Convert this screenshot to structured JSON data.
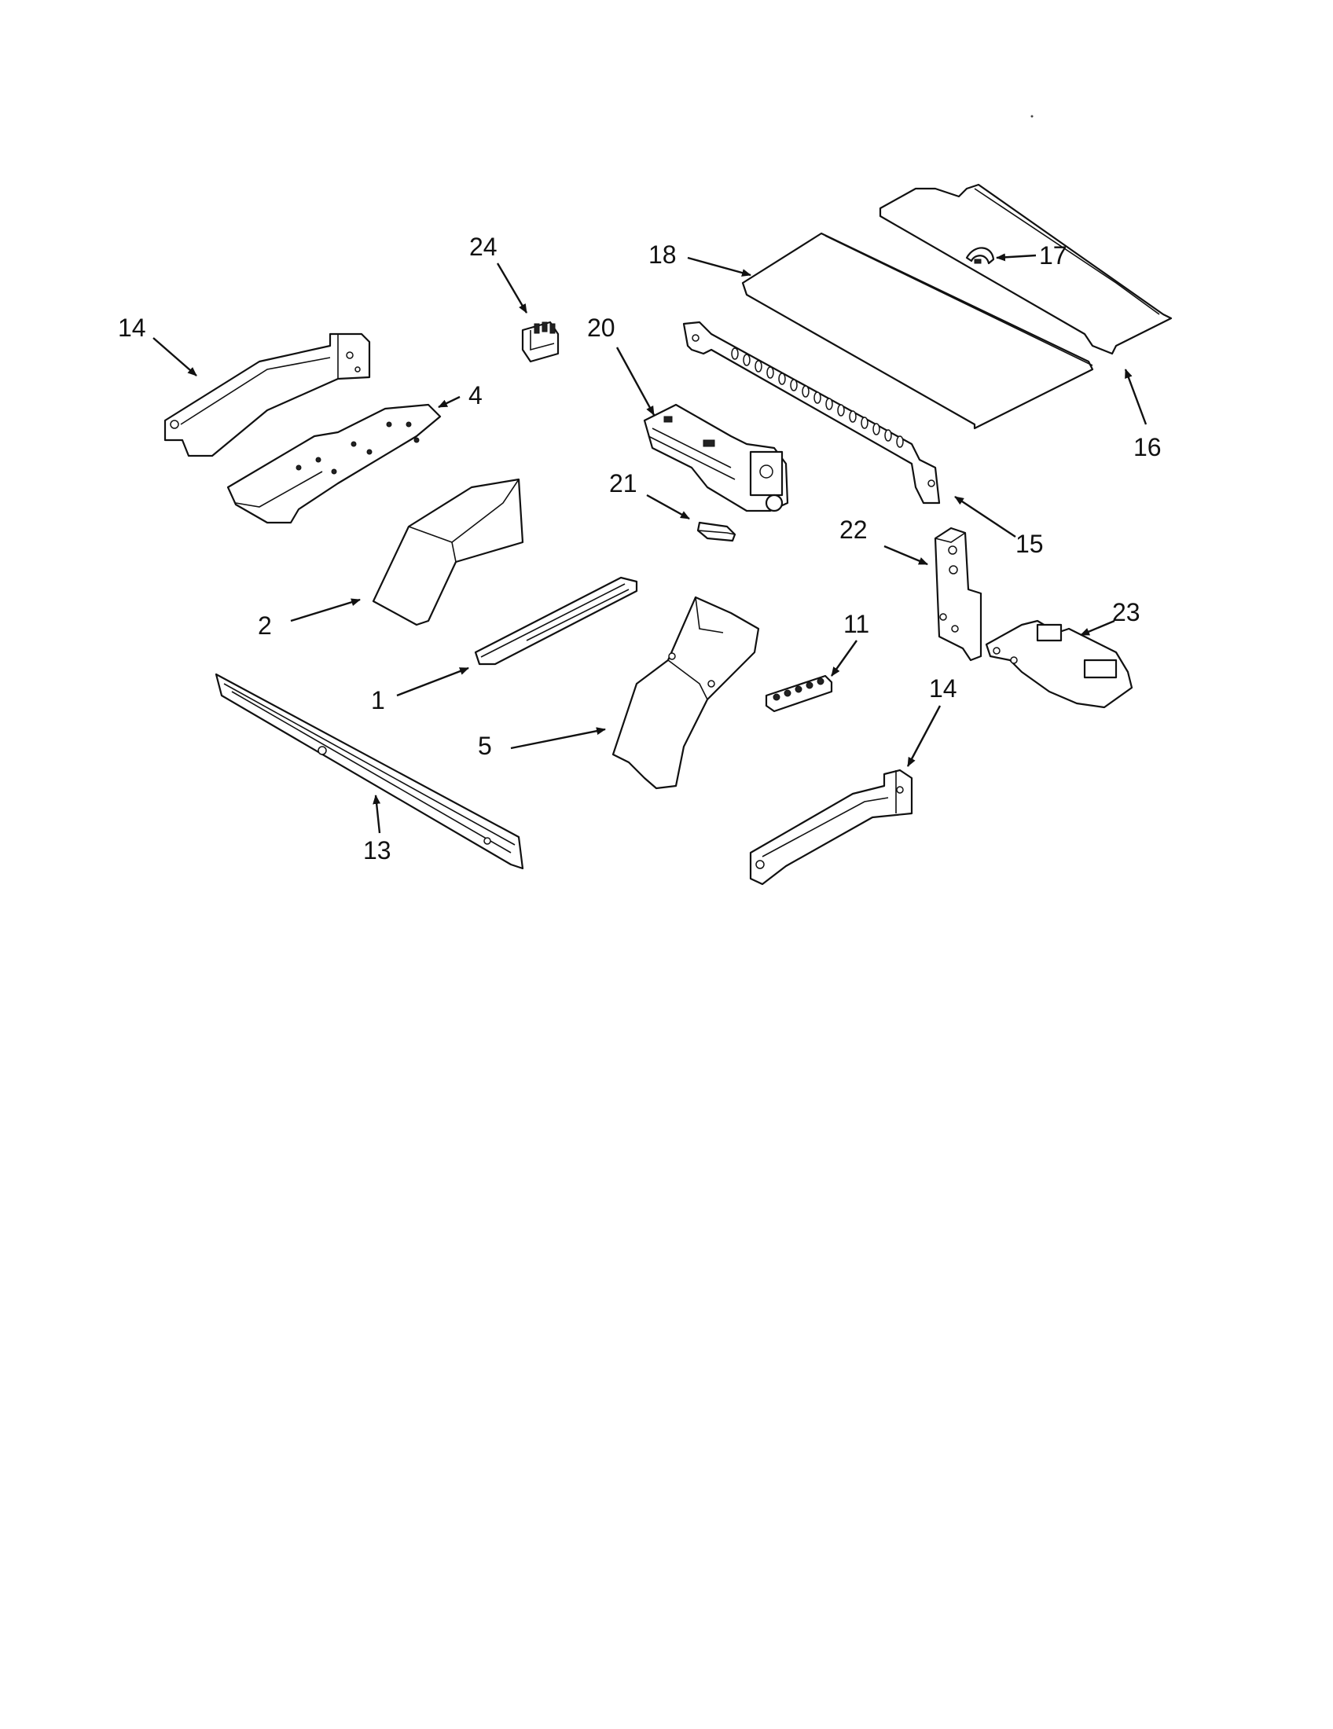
{
  "callouts": {
    "c1": "1",
    "c2": "2",
    "c4": "4",
    "c5": "5",
    "c11": "11",
    "c13": "13",
    "c14a": "14",
    "c14b": "14",
    "c15": "15",
    "c16": "16",
    "c17": "17",
    "c18": "18",
    "c20": "20",
    "c21": "21",
    "c22": "22",
    "c23": "23",
    "c24": "24"
  }
}
